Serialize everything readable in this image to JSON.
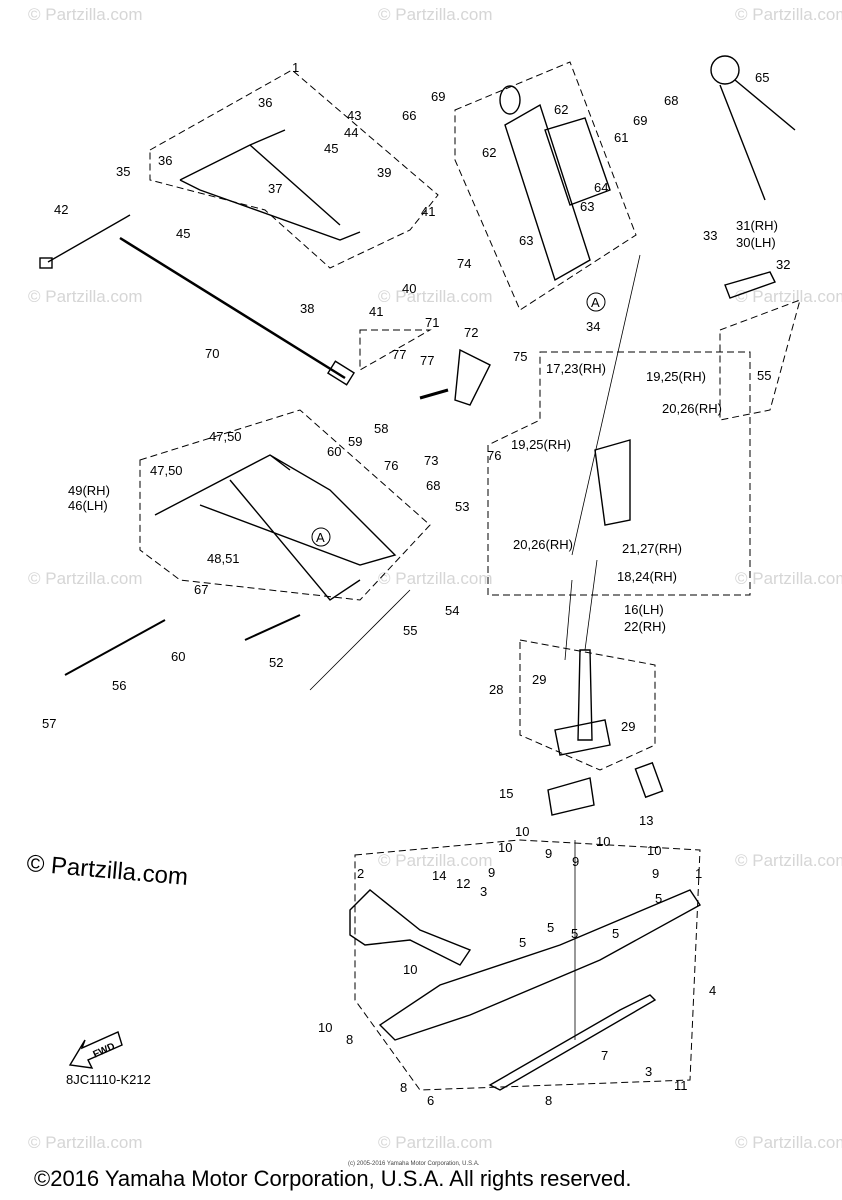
{
  "watermark": "© Partzilla.com",
  "brand_text": "© Partzilla.com",
  "diagram_code": "8JC1110-K212",
  "fine_print": "(c) 2005-2016 Yamaha Motor Corporation, U.S.A.",
  "copyright": "©2016 Yamaha Motor Corporation, U.S.A. All rights reserved.",
  "fwd_label": "FWD",
  "section_markers": [
    "1",
    "A"
  ],
  "callouts": [
    "1",
    "2",
    "3",
    "4",
    "5",
    "6",
    "7",
    "8",
    "9",
    "10",
    "11",
    "12",
    "13",
    "14",
    "15",
    "16(LH)",
    "22(RH)",
    "17,23(RH)",
    "18,24(RH)",
    "19,25(RH)",
    "20,26(RH)",
    "21,27(RH)",
    "28",
    "29",
    "30(LH)",
    "31(RH)",
    "32",
    "33",
    "34",
    "35",
    "36",
    "37",
    "38",
    "39",
    "40",
    "41",
    "42",
    "43",
    "44",
    "45",
    "46(LH)",
    "49(RH)",
    "47,50",
    "48,51",
    "52",
    "53",
    "54",
    "55",
    "56",
    "57",
    "58",
    "59",
    "60",
    "61",
    "62",
    "63",
    "64",
    "65",
    "66",
    "67",
    "68",
    "69",
    "70",
    "71",
    "72",
    "73",
    "74",
    "75",
    "76",
    "77"
  ]
}
